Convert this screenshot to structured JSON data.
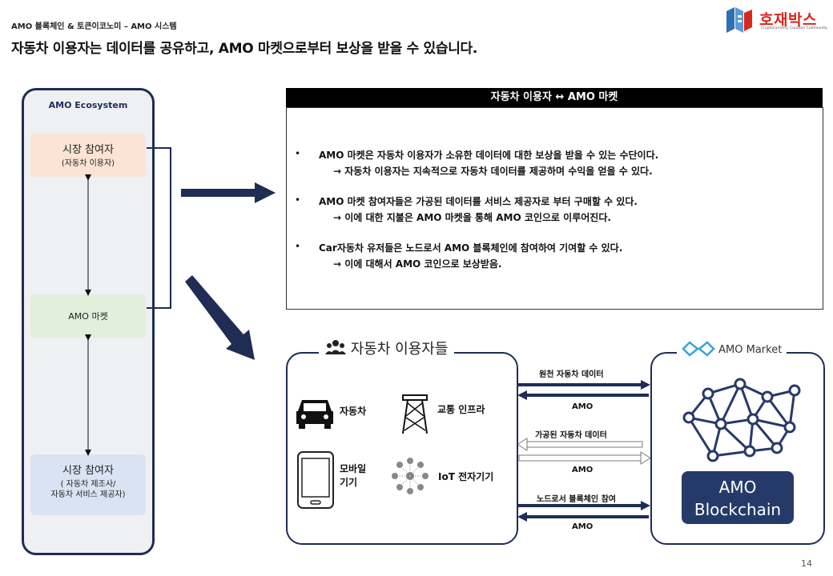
{
  "header": {
    "breadcrumb": "AMO 블록체인 & 토큰이코노미 – AMO 시스템",
    "title": "자동차 이용자는 데이터를 공유하고, AMO 마켓으로부터 보상을 받을 수 있습니다.",
    "logo_text": "호재박스",
    "logo_sub": "Cryptocurrency Curation Community"
  },
  "ecosystem": {
    "title": "AMO Ecosystem",
    "top_box": {
      "label": "시장 참여자",
      "sub": "(자동차 이용자)"
    },
    "mid_box": {
      "label": "AMO 마켓"
    },
    "bottom_box": {
      "label": "시장 참여자",
      "sub1": "( 자동차 제조사/",
      "sub2": "자동차 서비스 제공자)"
    }
  },
  "panel": {
    "header": "자동차 이용자 ↔ AMO 마켓",
    "bullets": [
      {
        "line1": "AMO 마켓은 자동차 이용자가 소유한 데이터에 대한 보상을 받을 수 있는 수단이다.",
        "line2": "→ 자동차 이용자는 지속적으로 자동차 데이터를 제공하며 수익을 얻을 수 있다."
      },
      {
        "line1": "AMO 마켓 참여자들은 가공된 데이터를 서비스 제공자로 부터 구매할 수 있다.",
        "line2": "→ 이에 대한 지불은 AMO 마켓을 통해 AMO 코인으로 이루어진다."
      },
      {
        "line1": "Car자동차 유저들은 노드로서 AMO 블록체인에 참여하여 기여할 수 있다.",
        "line2": "→ 이에 대해서 AMO 코인으로 보상받음."
      }
    ]
  },
  "users": {
    "title": "자동차 이용자들",
    "items": {
      "car": "자동차",
      "infra": "교통 인프라",
      "mobile_1": "모바일",
      "mobile_2": "기기",
      "iot": "IoT 전자기기"
    }
  },
  "market": {
    "title": "AMO Market",
    "blockchain_1": "AMO",
    "blockchain_2": "Blockchain"
  },
  "flows": {
    "f1": "원천 자동차 데이터",
    "f2": "AMO",
    "f3": "가공된 자동차 데이터",
    "f4": "AMO",
    "f5": "노드로서 블록체인 참여",
    "f6": "AMO"
  },
  "page_number": "14",
  "colors": {
    "navy": "#1f2d55",
    "logo_red": "#d9281c",
    "peach": "#fbe4d6",
    "green": "#e2efda",
    "blue": "#dae3f3"
  }
}
